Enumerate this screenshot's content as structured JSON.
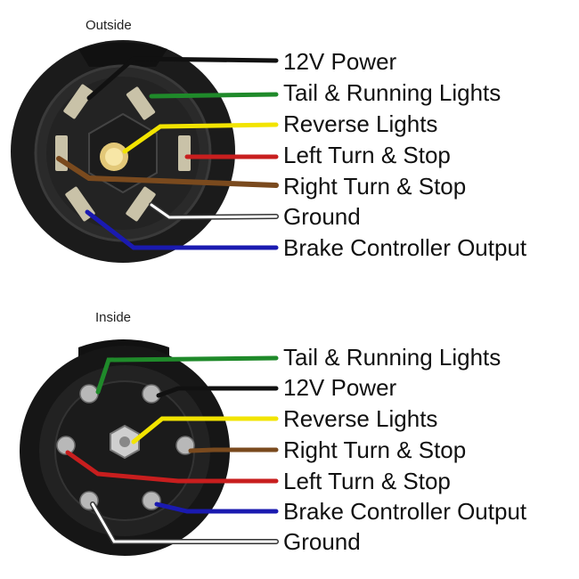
{
  "outside": {
    "title": "Outside",
    "wires": [
      {
        "label": "12V Power",
        "color": "#111111"
      },
      {
        "label": "Tail & Running Lights",
        "color": "#1f8a2a"
      },
      {
        "label": "Reverse Lights",
        "color": "#f2e400"
      },
      {
        "label": "Left Turn & Stop",
        "color": "#c81e1e"
      },
      {
        "label": "Right Turn & Stop",
        "color": "#7a4a1e"
      },
      {
        "label": "Ground",
        "color": "#ffffff"
      },
      {
        "label": "Brake Controller Output",
        "color": "#1a1ab0"
      }
    ]
  },
  "inside": {
    "title": "Inside",
    "wires": [
      {
        "label": "Tail & Running Lights",
        "color": "#1f8a2a"
      },
      {
        "label": "12V Power",
        "color": "#111111"
      },
      {
        "label": "Reverse Lights",
        "color": "#f2e400"
      },
      {
        "label": "Right Turn & Stop",
        "color": "#7a4a1e"
      },
      {
        "label": "Left Turn & Stop",
        "color": "#c81e1e"
      },
      {
        "label": "Brake Controller Output",
        "color": "#1a1ab0"
      },
      {
        "label": "Ground",
        "color": "#ffffff"
      }
    ]
  }
}
